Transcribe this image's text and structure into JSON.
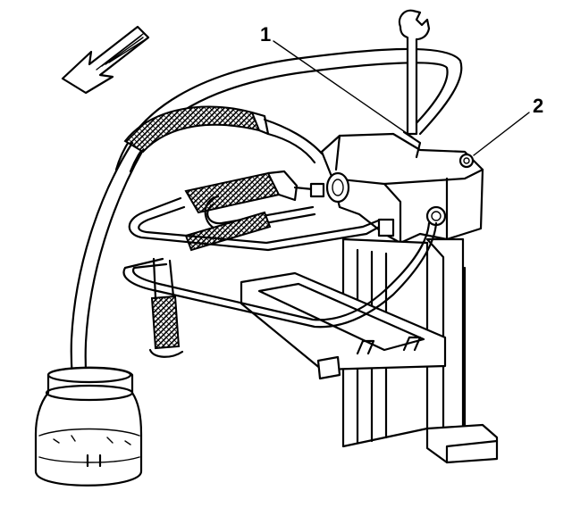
{
  "callouts": [
    {
      "id": "1",
      "label": "1"
    },
    {
      "id": "2",
      "label": "2"
    }
  ],
  "colors": {
    "ink": "#000000",
    "paper": "#ffffff"
  },
  "icons": [
    "direction-arrow-icon"
  ]
}
